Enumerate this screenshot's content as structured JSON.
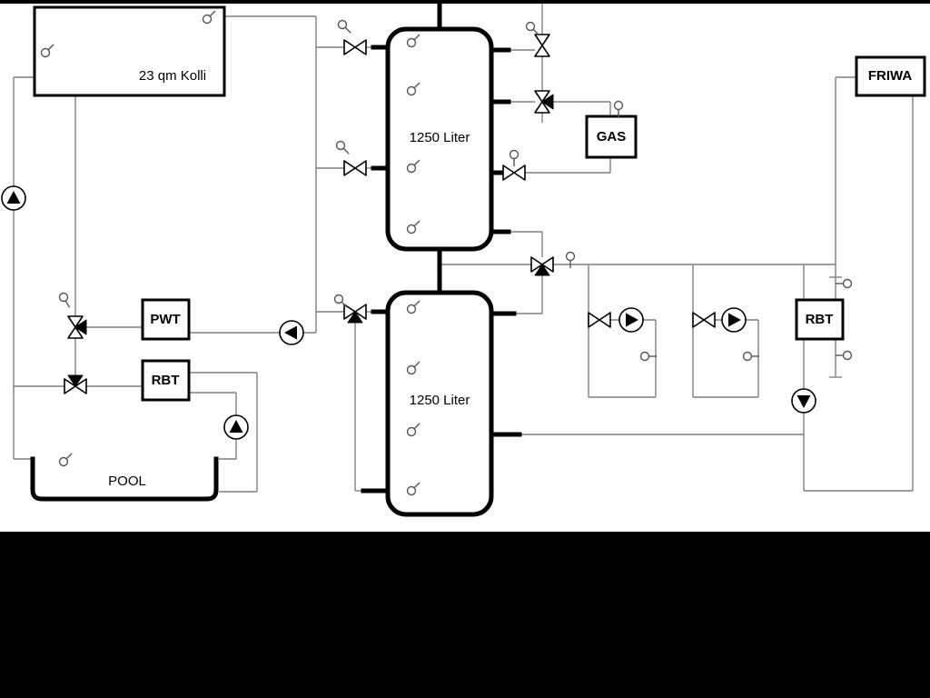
{
  "labels": {
    "collector": "23 qm Kolli",
    "upper_tank": "1250 Liter",
    "lower_tank": "1250 Liter",
    "gas": "GAS",
    "friwa": "FRIWA",
    "pwt": "PWT",
    "rbt_solar": "RBT",
    "rbt_right": "RBT",
    "pool": "POOL"
  },
  "colors": {
    "thick_pipe": "#000000",
    "thin_pipe": "#7f7f7f",
    "background": "#ffffff",
    "bottom_mask": "#000000"
  }
}
